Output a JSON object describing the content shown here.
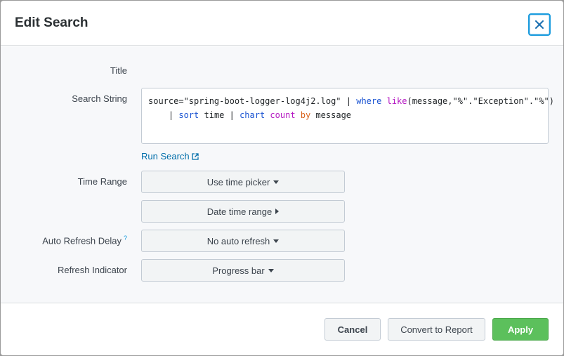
{
  "dialog": {
    "title": "Edit Search",
    "close_icon": "close-icon"
  },
  "form": {
    "title_label": "Title",
    "search_string_label": "Search String",
    "search_string_parts": {
      "p1": "source=\"spring-boot-logger-log4j2.log\" | ",
      "where": "where",
      "sp1": " ",
      "like": "like",
      "p2": "(message,\"%\".\"Exception\".\"%\")",
      "p3": "    | ",
      "sort": "sort",
      "p4": " time | ",
      "chart": "chart",
      "sp2": " ",
      "count": "count",
      "sp3": " ",
      "by": "by",
      "p5": " message"
    },
    "run_search_label": "Run Search",
    "run_search_icon": "external-link-icon",
    "time_range_label": "Time Range",
    "time_picker_value": "Use time picker",
    "date_time_range_value": "Date time range",
    "auto_refresh_label": "Auto Refresh Delay",
    "auto_refresh_help": "?",
    "auto_refresh_value": "No auto refresh",
    "refresh_indicator_label": "Refresh Indicator",
    "refresh_indicator_value": "Progress bar"
  },
  "footer": {
    "cancel_label": "Cancel",
    "convert_label": "Convert to Report",
    "apply_label": "Apply"
  },
  "colors": {
    "primary": "#5cc05c",
    "link": "#006eaa",
    "focus": "#1a9cde"
  }
}
